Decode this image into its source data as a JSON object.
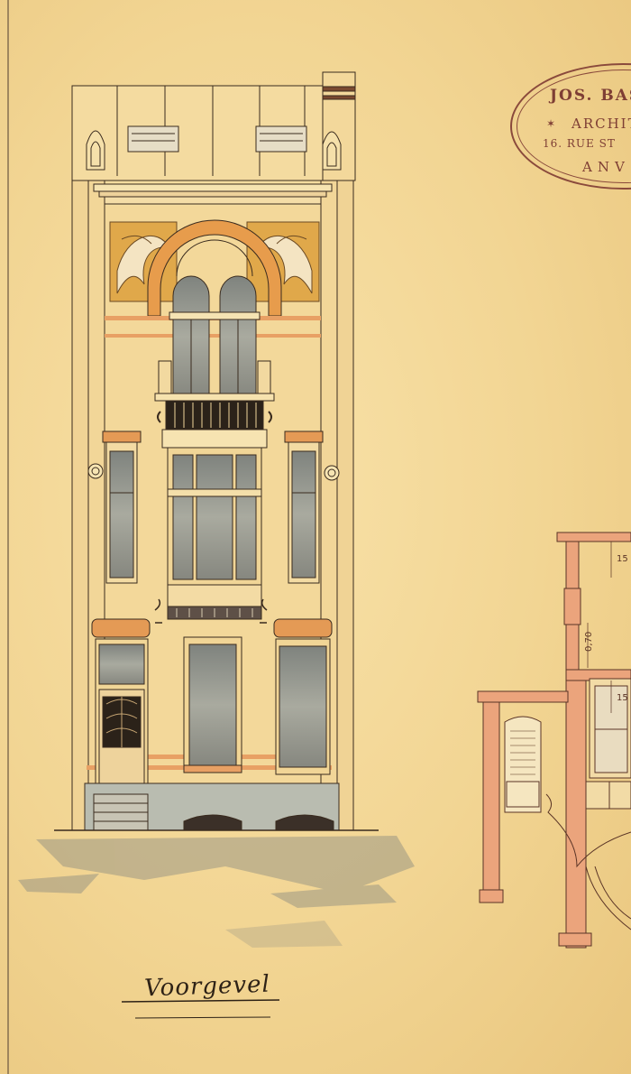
{
  "sheet": {
    "caption": "Voorgevel",
    "stamp": {
      "name": "JOS. BAS",
      "title": "ARCHIT",
      "address": "16. RUE ST",
      "city": "ANV"
    },
    "dimensions": [
      "15",
      "0,70",
      "15"
    ]
  },
  "colors": {
    "paper": "#f2d593",
    "ink": "#3a2b1e",
    "brick_orange": "#e8a064",
    "ochre_ornament": "#e0a040",
    "glass_grey": "#8d8f88",
    "stone_beige": "#f1d69a",
    "plinth_grey": "#b9bcb0",
    "section_salmon": "#eba47c",
    "stamp_ink": "#8a4a3c"
  }
}
